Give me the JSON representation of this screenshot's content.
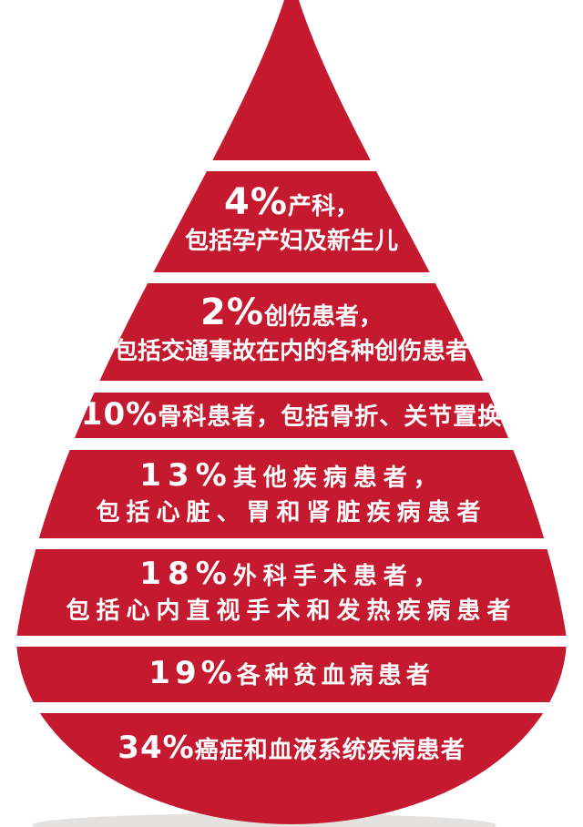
{
  "colors": {
    "drop_red": "#C4192E",
    "text_white": "#FFFFFF",
    "background": "#FFFFFF"
  },
  "segments": [
    {
      "name": "obstetrics",
      "pct": "4%",
      "text1": "产科，",
      "text2": "包括孕产妇及新生儿"
    },
    {
      "name": "trauma",
      "pct": "2%",
      "text1": "创伤患者，",
      "text2": "包括交通事故在内的各种创伤患者"
    },
    {
      "name": "orthopedics",
      "pct": "10%",
      "text1": "骨科患者，包括骨折、关节置换"
    },
    {
      "name": "other-diseases",
      "pct": "13%",
      "text1": "其他疾病患者，",
      "text2": "包括心脏、胃和肾脏疾病患者"
    },
    {
      "name": "surgery",
      "pct": "18%",
      "text1": "外科手术患者，",
      "text2": "包括心内直视手术和发热疾病患者"
    },
    {
      "name": "anemia",
      "pct": "19%",
      "text1": "各种贫血病患者"
    },
    {
      "name": "cancer-blood",
      "pct": "34%",
      "text1": "癌症和血液系统疾病患者"
    }
  ],
  "chart_data": {
    "type": "pie",
    "shape": "teardrop-infographic",
    "title": "",
    "unit": "%",
    "legend": "none",
    "slices": [
      {
        "value": 4,
        "label": "产科，包括孕产妇及新生儿"
      },
      {
        "value": 2,
        "label": "创伤患者，包括交通事故在内的各种创伤患者"
      },
      {
        "value": 10,
        "label": "骨科患者，包括骨折、关节置换"
      },
      {
        "value": 13,
        "label": "其他疾病患者，包括心脏、胃和肾脏疾病患者"
      },
      {
        "value": 18,
        "label": "外科手术患者，包括心内直视手术和发热疾病患者"
      },
      {
        "value": 19,
        "label": "各种贫血病患者"
      },
      {
        "value": 34,
        "label": "癌症和血液系统疾病患者"
      }
    ]
  }
}
